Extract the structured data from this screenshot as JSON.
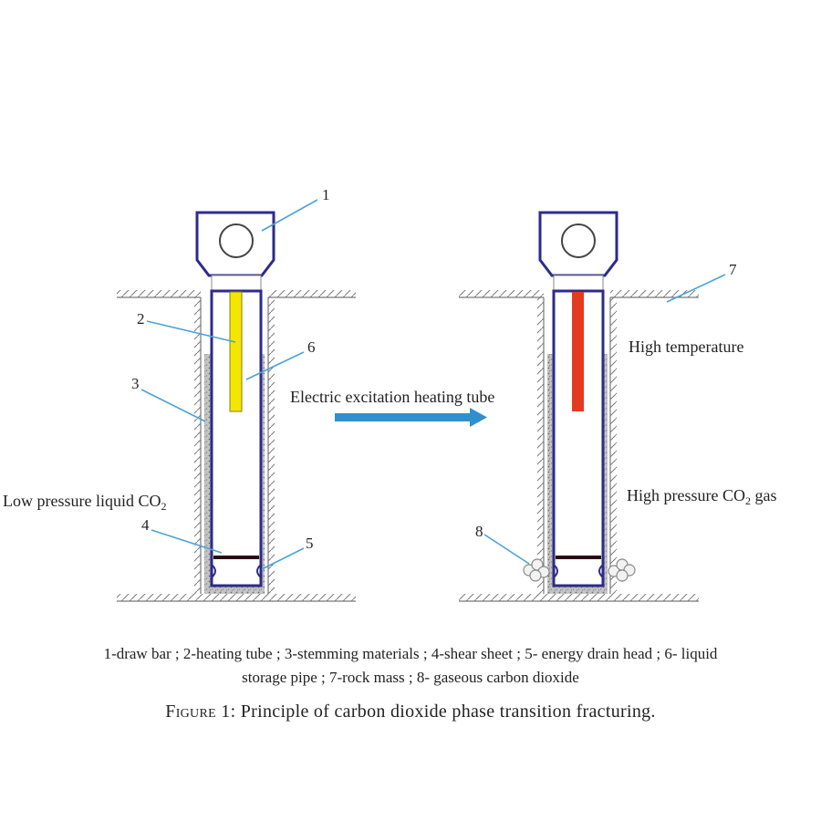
{
  "labels": {
    "n1": "1",
    "n2": "2",
    "n3": "3",
    "n4": "4",
    "n5": "5",
    "n6": "6",
    "n7": "7",
    "n8": "8",
    "low_pressure_prefix": "Low pressure liquid CO",
    "low_pressure_sub": "2",
    "excitation": "Electric excitation heating tube",
    "high_temperature": "High temperature",
    "high_pressure_prefix": "High pressure CO",
    "high_pressure_sub": "2",
    "high_pressure_suffix": " gas"
  },
  "legend": {
    "line1": "1-draw bar ; 2-heating tube ; 3-stemming materials ; 4-shear sheet ; 5- energy drain head ; 6- liquid",
    "line2": "storage pipe ; 7-rock mass ; 8- gaseous carbon dioxide"
  },
  "caption": {
    "figure_word": "Figure",
    "text": " 1: Principle of carbon dioxide phase transition fracturing."
  },
  "colors": {
    "tube_outline": "#2e2a8c",
    "heater_cold": "#f3e600",
    "heater_hot": "#e43a1f",
    "arrow": "#2f8fcf",
    "leader": "#4aa3d8",
    "rock_hatch": "#777777",
    "stemming": "#b9b9b9"
  }
}
